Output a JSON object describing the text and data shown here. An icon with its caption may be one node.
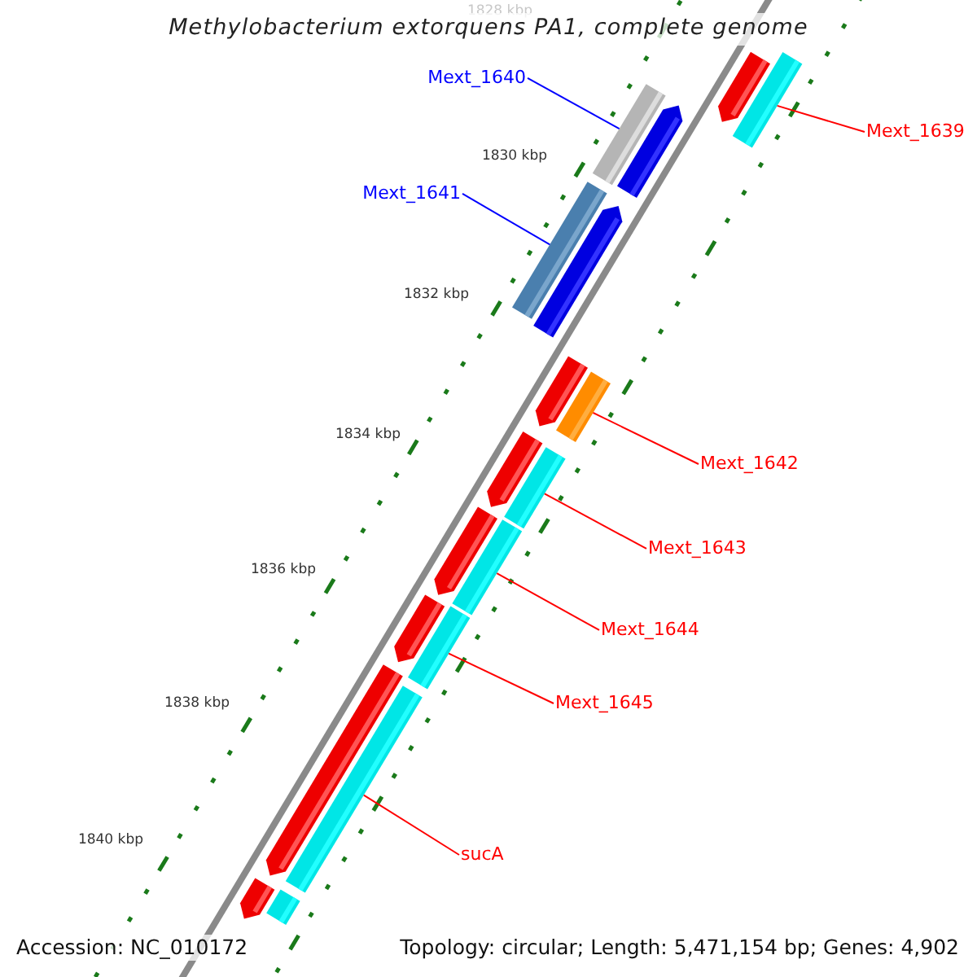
{
  "diagram": {
    "title": "Methylobacterium extorquens PA1, complete genome",
    "nodes": [
      {
        "text": [
          "Mext_1640"
        ]
      },
      {
        "text": [
          "Mext_1641"
        ]
      },
      {
        "text": [
          "Mext_1639"
        ]
      },
      {
        "text": [
          "Mext_1642"
        ]
      },
      {
        "text": [
          "Mext_1643"
        ]
      },
      {
        "text": [
          "Mext_1644"
        ]
      },
      {
        "text": [
          "Mext_1645"
        ]
      },
      {
        "text": [
          "sucA"
        ]
      },
      {
        "text": [],
        "shape": "pentagon"
      },
      {
        "text": [],
        "shape": "bar"
      },
      {
        "text": [],
        "shape": "bar"
      },
      {
        "text": [],
        "shape": "pentagon"
      },
      {
        "text": [],
        "shape": "bar"
      },
      {
        "text": [],
        "shape": "pentagon"
      },
      {
        "text": [],
        "shape": "pentagon"
      },
      {
        "text": [],
        "shape": "bar"
      },
      {
        "text": [],
        "shape": "pentagon"
      },
      {
        "text": [],
        "shape": "bar"
      },
      {
        "text": [],
        "shape": "pentagon"
      },
      {
        "text": [],
        "shape": "bar"
      },
      {
        "text": [],
        "shape": "pentagon"
      },
      {
        "text": [],
        "shape": "bar"
      },
      {
        "text": [],
        "shape": "pentagon"
      },
      {
        "text": [],
        "shape": "bar"
      },
      {
        "text": [],
        "shape": "pentagon"
      },
      {
        "text": [],
        "shape": "bar"
      }
    ],
    "edges": [
      {
        "from": 0,
        "to": 10,
        "arrow": "none",
        "color": "#0000ff"
      },
      {
        "from": 1,
        "to": 12,
        "arrow": "none",
        "color": "#0000ff"
      },
      {
        "from": 2,
        "to": 9,
        "arrow": "none"
      },
      {
        "from": 3,
        "to": 15,
        "arrow": "none"
      },
      {
        "from": 4,
        "to": 17,
        "arrow": "none"
      },
      {
        "from": 5,
        "to": 19,
        "arrow": "none"
      },
      {
        "from": 6,
        "to": 21,
        "arrow": "none"
      },
      {
        "from": 7,
        "to": 23,
        "arrow": "none"
      }
    ],
    "labels": [
      "1828 kbp",
      "1830 kbp",
      "1832 kbp",
      "1834 kbp",
      "1836 kbp",
      "1838 kbp",
      "1840 kbp",
      "Accession: NC_010172",
      "Topology: circular; Length: 5,471,154 bp; Genes: 4,902"
    ]
  }
}
